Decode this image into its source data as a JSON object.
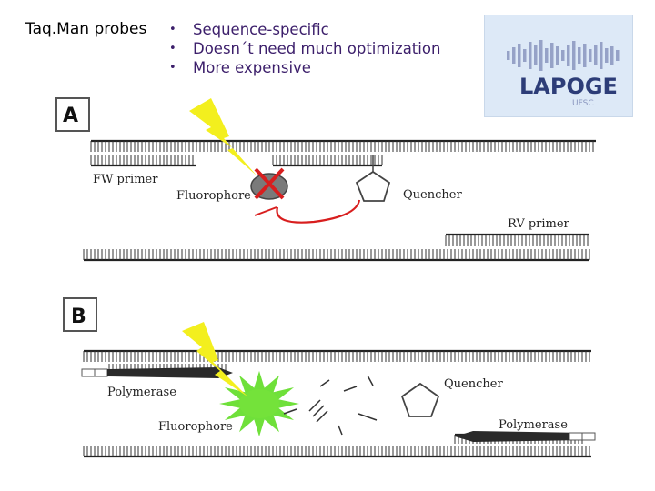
{
  "title": "Taq.Man probes",
  "bullets": [
    "Sequence-specific",
    "Doesn´t need much optimization",
    "More expensive"
  ],
  "logo": {
    "name": "LAPOGE",
    "sub": "UFSC",
    "color": "#2d3d78"
  },
  "panel_a": {
    "letter": "A",
    "fw_primer": "FW primer",
    "fluorophore": "Fluorophore",
    "quencher": "Quencher",
    "rv_primer": "RV primer"
  },
  "panel_b": {
    "letter": "B",
    "polymerase_left": "Polymerase",
    "fluorophore": "Fluorophore",
    "quencher": "Quencher",
    "polymerase_right": "Polymerase"
  },
  "colors": {
    "bolt": "#f3ef1e",
    "glow": "#6fe03a",
    "cross": "#d81e1e",
    "arc": "#d81e1e"
  }
}
